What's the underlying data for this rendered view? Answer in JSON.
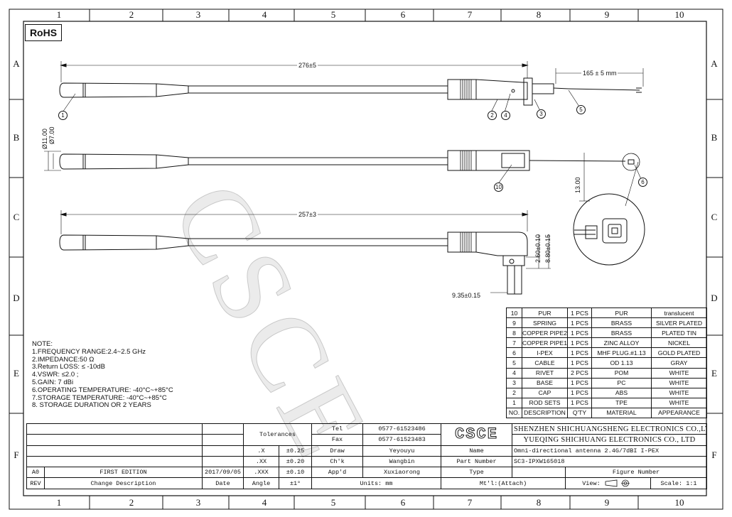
{
  "rohs_label": "RoHS",
  "zones": {
    "columns": [
      "1",
      "2",
      "3",
      "4",
      "5",
      "6",
      "7",
      "8",
      "9",
      "10"
    ],
    "rows": [
      "A",
      "B",
      "C",
      "D",
      "E",
      "F"
    ]
  },
  "dimensions": {
    "straight_length": "276±5",
    "cable_length": "165 ± 5 mm",
    "dia_outer": "Ø11.00",
    "dia_inner": "Ø7.00",
    "height_13": "13.00",
    "angled_length": "257±3",
    "d_2_60": "2.60±0.10",
    "d_8_80": "8.80±0.15",
    "d_9_35": "9.35±0.15"
  },
  "callouts": [
    "1",
    "2",
    "4",
    "3",
    "5",
    "10",
    "6"
  ],
  "notes": {
    "title": "NOTE:",
    "lines": [
      "1.FREQUENCY RANGE:2.4~2.5 GHz",
      "2.IMPEDANCE:50 Ω",
      "3.Return LOSS: ≤ -10dB",
      "4.VSWR: ≤2.0 ;",
      "5.GAIN: 7 dBi",
      "6.OPERATING TEMPERATURE: -40°C~+85°C",
      "7.STORAGE TEMPERATURE: -40°C~+85°C",
      "8. STORAGE DURATION OR 2 YEARS"
    ]
  },
  "parts_table": {
    "rows": [
      [
        "10",
        "PUR",
        "1 PCS",
        "PUR",
        "translucent"
      ],
      [
        "9",
        "SPRING",
        "1 PCS",
        "BRASS",
        "SILVER PLATED"
      ],
      [
        "8",
        "COPPER PIPE2",
        "1 PCS",
        "BRASS",
        "PLATED TIN"
      ],
      [
        "7",
        "COPPER PIPE1",
        "1 PCS",
        "ZINC ALLOY",
        "NICKEL"
      ],
      [
        "6",
        "I-PEX",
        "1 PCS",
        "MHF PLUG.#1.13",
        "GOLD PLATED"
      ],
      [
        "5",
        "CABLE",
        "1 PCS",
        "OD 1.13",
        "GRAY"
      ],
      [
        "4",
        "RIVET",
        "2 PCS",
        "POM",
        "WHITE"
      ],
      [
        "3",
        "BASE",
        "1 PCS",
        "PC",
        "WHITE"
      ],
      [
        "2",
        "CAP",
        "1 PCS",
        "ABS",
        "WHITE"
      ],
      [
        "1",
        "ROD SETS",
        "1 PCS",
        "TPE",
        "WHITE"
      ]
    ],
    "header": [
      "NO.",
      "DESCRIPTION",
      "Q'TY",
      "MATERIAL",
      "APPEARANCE"
    ]
  },
  "title_block": {
    "tolerances": "Tolerances",
    "tel_label": "Tel",
    "tel": "0577-61523486",
    "fax_label": "Fax",
    "fax": "0577-61523483",
    "logo": "CSCE",
    "company1": "SHENZHEN SHICHUANGSHENG ELECTRONICS CO.,LTD",
    "company2": "YUEQING SHICHUANG ELECTRONICS CO., LTD",
    "tol_x": ".X",
    "tol_x_val": "±0.25",
    "tol_xx": ".XX",
    "tol_xx_val": "±0.20",
    "tol_xxx": ".XXX",
    "tol_xxx_val": "±0.10",
    "angle": "Angle",
    "angle_val": "±1°",
    "draw_label": "Draw",
    "draw": "Yeyouyu",
    "chk_label": "Ch'k",
    "chk": "Wangbin",
    "appd_label": "App'd",
    "appd": "Xuxiaorong",
    "units": "Units: mm",
    "name_label": "Name",
    "name": "Omni-directional antenna 2.4G/7dBI I-PEX",
    "part_label": "Part Number",
    "part": "SC3-IPXW165018",
    "type_label": "Type",
    "figure_label": "Figure Number",
    "mtl": "Mt'l:(Attach)",
    "view": "View:",
    "scale": "Scale: 1:1",
    "rev_code": "A0",
    "rev_desc": "FIRST EDITION",
    "rev_date": "2017/09/05",
    "rev_head": "REV",
    "change_head": "Change Description",
    "date_head": "Date"
  },
  "watermark": "CSCE"
}
